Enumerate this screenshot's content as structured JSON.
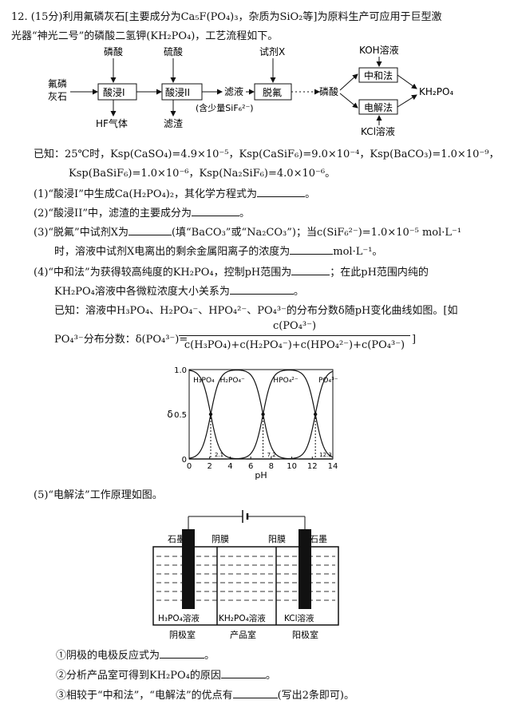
{
  "header": {
    "line1": "12. (15分)利用氟磷灰石[主要成分为Ca₅F(PO₄)₃，杂质为SiO₂等]为原料生产可应用于巨型激",
    "line2": "光器“神光二号”的磷酸二氢钾(KH₂PO₄)，工艺流程如下。"
  },
  "flow": {
    "raw": [
      "氟磷",
      "灰石"
    ],
    "acid1": "磷酸",
    "acid2": "硫酸",
    "box1": "酸浸I",
    "box2": "酸浸II",
    "filtrate": "滤液",
    "filtrate_note": "(含少量SiF₆²⁻)",
    "reagent": "试剂X",
    "box3": "脱氟",
    "phosacid": "磷酸",
    "koh": "KOH溶液",
    "box4": "中和法",
    "box5": "电解法",
    "kcl": "KCl溶液",
    "product": "KH₂PO₄",
    "hf": "HF气体",
    "residue": "滤渣"
  },
  "known": {
    "line1": "已知：25℃时，Ksp(CaSO₄)=4.9×10⁻⁵，Ksp(CaSiF₆)=9.0×10⁻⁴，Ksp(BaCO₃)=1.0×10⁻⁹，",
    "line2": "Ksp(BaSiF₆)=1.0×10⁻⁶，Ksp(Na₂SiF₆)=4.0×10⁻⁶。"
  },
  "q1": {
    "a": "(1)“酸浸I”中生成Ca(H₂PO₄)₂，其化学方程式为",
    "b": "。"
  },
  "q2": {
    "a": "(2)“酸浸II”中，滤渣的主要成分为",
    "b": "。"
  },
  "q3": {
    "a": "(3)“脱氟”中试剂X为",
    "b": "(填“BaCO₃”或“Na₂CO₃”)；当c(SiF₆²⁻)=1.0×10⁻⁵ mol·L⁻¹",
    "c": "时，溶液中试剂X电离出的剩余金属阳离子的浓度为",
    "d": "mol·L⁻¹。"
  },
  "q4": {
    "a": "(4)“中和法”为获得较高纯度的KH₂PO₄，控制pH范围为",
    "b": "；在此pH范围内纯的",
    "c": "KH₂PO₄溶液中各微粒浓度大小关系为",
    "d": "。",
    "e": "已知：溶液中H₃PO₄、H₂PO₄⁻、HPO₄²⁻、PO₄³⁻的分布分数δ随pH变化曲线如图。[如",
    "f": "PO₄³⁻分布分数：δ(PO₄³⁻)=",
    "num": "c(PO₄³⁻)",
    "den": "c(H₃PO₄)+c(H₂PO₄⁻)+c(HPO₄²⁻)+c(PO₄³⁻)",
    "close": "]"
  },
  "chart_data": {
    "type": "line",
    "title": "",
    "xlabel": "pH",
    "ylabel": "δ",
    "xlim": [
      0,
      14
    ],
    "ylim": [
      0,
      1.0
    ],
    "xticks": [
      "0",
      "2",
      "4",
      "6",
      "8",
      "10",
      "12",
      "14"
    ],
    "yticks": [
      "0",
      "0.5",
      "1.0"
    ],
    "pka": [
      2.1,
      7.2,
      12.3
    ],
    "pka_labels": [
      "2.1",
      "7.2",
      "12.3"
    ],
    "series": [
      {
        "name": "H₃PO₄"
      },
      {
        "name": "H₂PO₄⁻"
      },
      {
        "name": "HPO₄²⁻"
      },
      {
        "name": "PO₄³⁻"
      }
    ]
  },
  "q5": {
    "title": "(5)“电解法”工作原理如图。",
    "left_electrode": "石墨",
    "right_electrode": "石墨",
    "anion_membrane": "阴膜",
    "cation_membrane": "阳膜",
    "left_solution": "H₃PO₄溶液",
    "mid_solution": "KH₂PO₄溶液",
    "right_solution": "KCl溶液",
    "left_room": "阴极室",
    "mid_room": "产品室",
    "right_room": "阳极室",
    "s1a": "①阴极的电极反应式为",
    "s1b": "。",
    "s2a": "②分析产品室可得到KH₂PO₄的原因",
    "s2b": "。",
    "s3a": "③相较于“中和法”，“电解法”的优点有",
    "s3b": "(写出2条即可)。"
  }
}
